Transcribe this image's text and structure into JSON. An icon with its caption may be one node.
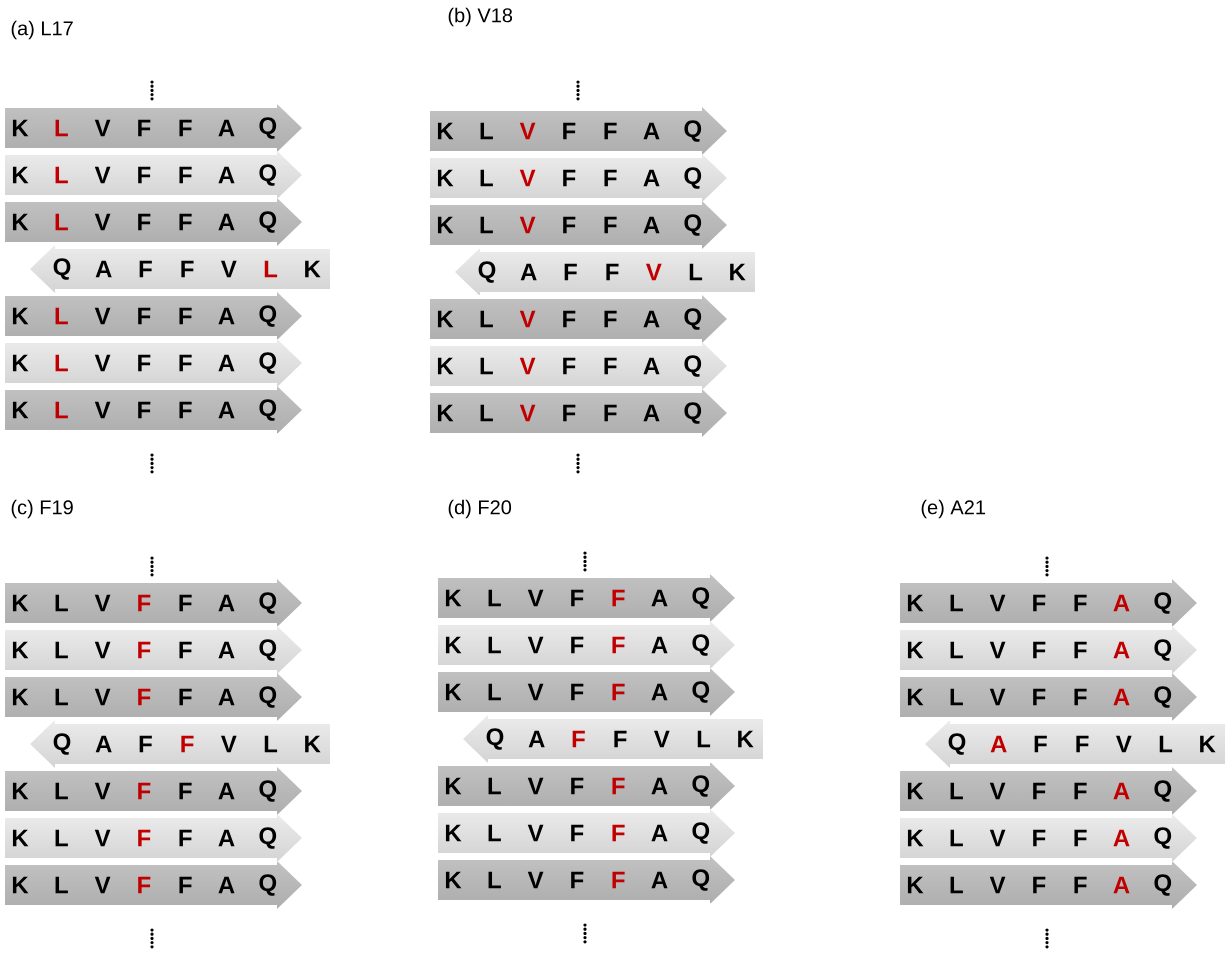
{
  "diagram": {
    "nodes": [
      {
        "text": [
          "K",
          "L",
          "V",
          "F",
          "F",
          "A",
          "Q"
        ]
      },
      {
        "text": [
          "K",
          "L",
          "V",
          "F",
          "F",
          "A",
          "Q"
        ]
      },
      {
        "text": [
          "K",
          "L",
          "V",
          "F",
          "F",
          "A",
          "Q"
        ]
      },
      {
        "text": [
          "Q",
          "A",
          "F",
          "F",
          "V",
          "L",
          "K"
        ]
      },
      {
        "text": [
          "K",
          "L",
          "V",
          "F",
          "F",
          "A",
          "Q"
        ]
      },
      {
        "text": [
          "K",
          "L",
          "V",
          "F",
          "F",
          "A",
          "Q"
        ]
      },
      {
        "text": [
          "K",
          "L",
          "V",
          "F",
          "F",
          "A",
          "Q"
        ]
      },
      {
        "text": [
          "K",
          "L",
          "V",
          "F",
          "F",
          "A",
          "Q"
        ]
      },
      {
        "text": [
          "K",
          "L",
          "V",
          "F",
          "F",
          "A",
          "Q"
        ]
      },
      {
        "text": [
          "K",
          "L",
          "V",
          "F",
          "F",
          "A",
          "Q"
        ]
      },
      {
        "text": [
          "Q",
          "A",
          "F",
          "F",
          "V",
          "L",
          "K"
        ]
      },
      {
        "text": [
          "K",
          "L",
          "V",
          "F",
          "F",
          "A",
          "Q"
        ]
      },
      {
        "text": [
          "K",
          "L",
          "V",
          "F",
          "F",
          "A",
          "Q"
        ]
      },
      {
        "text": [
          "K",
          "L",
          "V",
          "F",
          "F",
          "A",
          "Q"
        ]
      },
      {
        "text": [
          "K",
          "L",
          "V",
          "F",
          "F",
          "A",
          "Q"
        ]
      },
      {
        "text": [
          "K",
          "L",
          "V",
          "F",
          "F",
          "A",
          "Q"
        ]
      },
      {
        "text": [
          "K",
          "L",
          "V",
          "F",
          "F",
          "A",
          "Q"
        ]
      },
      {
        "text": [
          "Q",
          "A",
          "F",
          "F",
          "V",
          "L",
          "K"
        ]
      },
      {
        "text": [
          "K",
          "L",
          "V",
          "F",
          "F",
          "A",
          "Q"
        ]
      },
      {
        "text": [
          "K",
          "L",
          "V",
          "F",
          "F",
          "A",
          "Q"
        ]
      },
      {
        "text": [
          "K",
          "L",
          "V",
          "F",
          "F",
          "A",
          "Q"
        ]
      },
      {
        "text": [
          "K",
          "L",
          "V",
          "F",
          "F",
          "A",
          "Q"
        ]
      },
      {
        "text": [
          "K",
          "L",
          "V",
          "F",
          "F",
          "A",
          "Q"
        ]
      },
      {
        "text": [
          "K",
          "L",
          "V",
          "F",
          "F",
          "A",
          "Q"
        ]
      },
      {
        "text": [
          "Q",
          "A",
          "F",
          "F",
          "V",
          "L",
          "K"
        ]
      },
      {
        "text": [
          "K",
          "L",
          "V",
          "F",
          "F",
          "A",
          "Q"
        ]
      },
      {
        "text": [
          "K",
          "L",
          "V",
          "F",
          "F",
          "A",
          "Q"
        ]
      },
      {
        "text": [
          "K",
          "L",
          "V",
          "F",
          "F",
          "A",
          "Q"
        ]
      },
      {
        "text": [
          "K",
          "L",
          "V",
          "F",
          "F",
          "A",
          "Q"
        ]
      },
      {
        "text": [
          "K",
          "L",
          "V",
          "F",
          "F",
          "A",
          "Q"
        ]
      },
      {
        "text": [
          "K",
          "L",
          "V",
          "F",
          "F",
          "A",
          "Q"
        ]
      },
      {
        "text": [
          "Q",
          "A",
          "F",
          "F",
          "V",
          "L",
          "K"
        ]
      },
      {
        "text": [
          "K",
          "L",
          "V",
          "F",
          "F",
          "A",
          "Q"
        ]
      },
      {
        "text": [
          "K",
          "L",
          "V",
          "F",
          "F",
          "A",
          "Q"
        ]
      },
      {
        "text": [
          "K",
          "L",
          "V",
          "F",
          "F",
          "A",
          "Q"
        ]
      }
    ],
    "labels": [
      "(a) L17",
      "(b) V18",
      "(c) F19",
      "(d) F20",
      "(e) A21"
    ]
  }
}
